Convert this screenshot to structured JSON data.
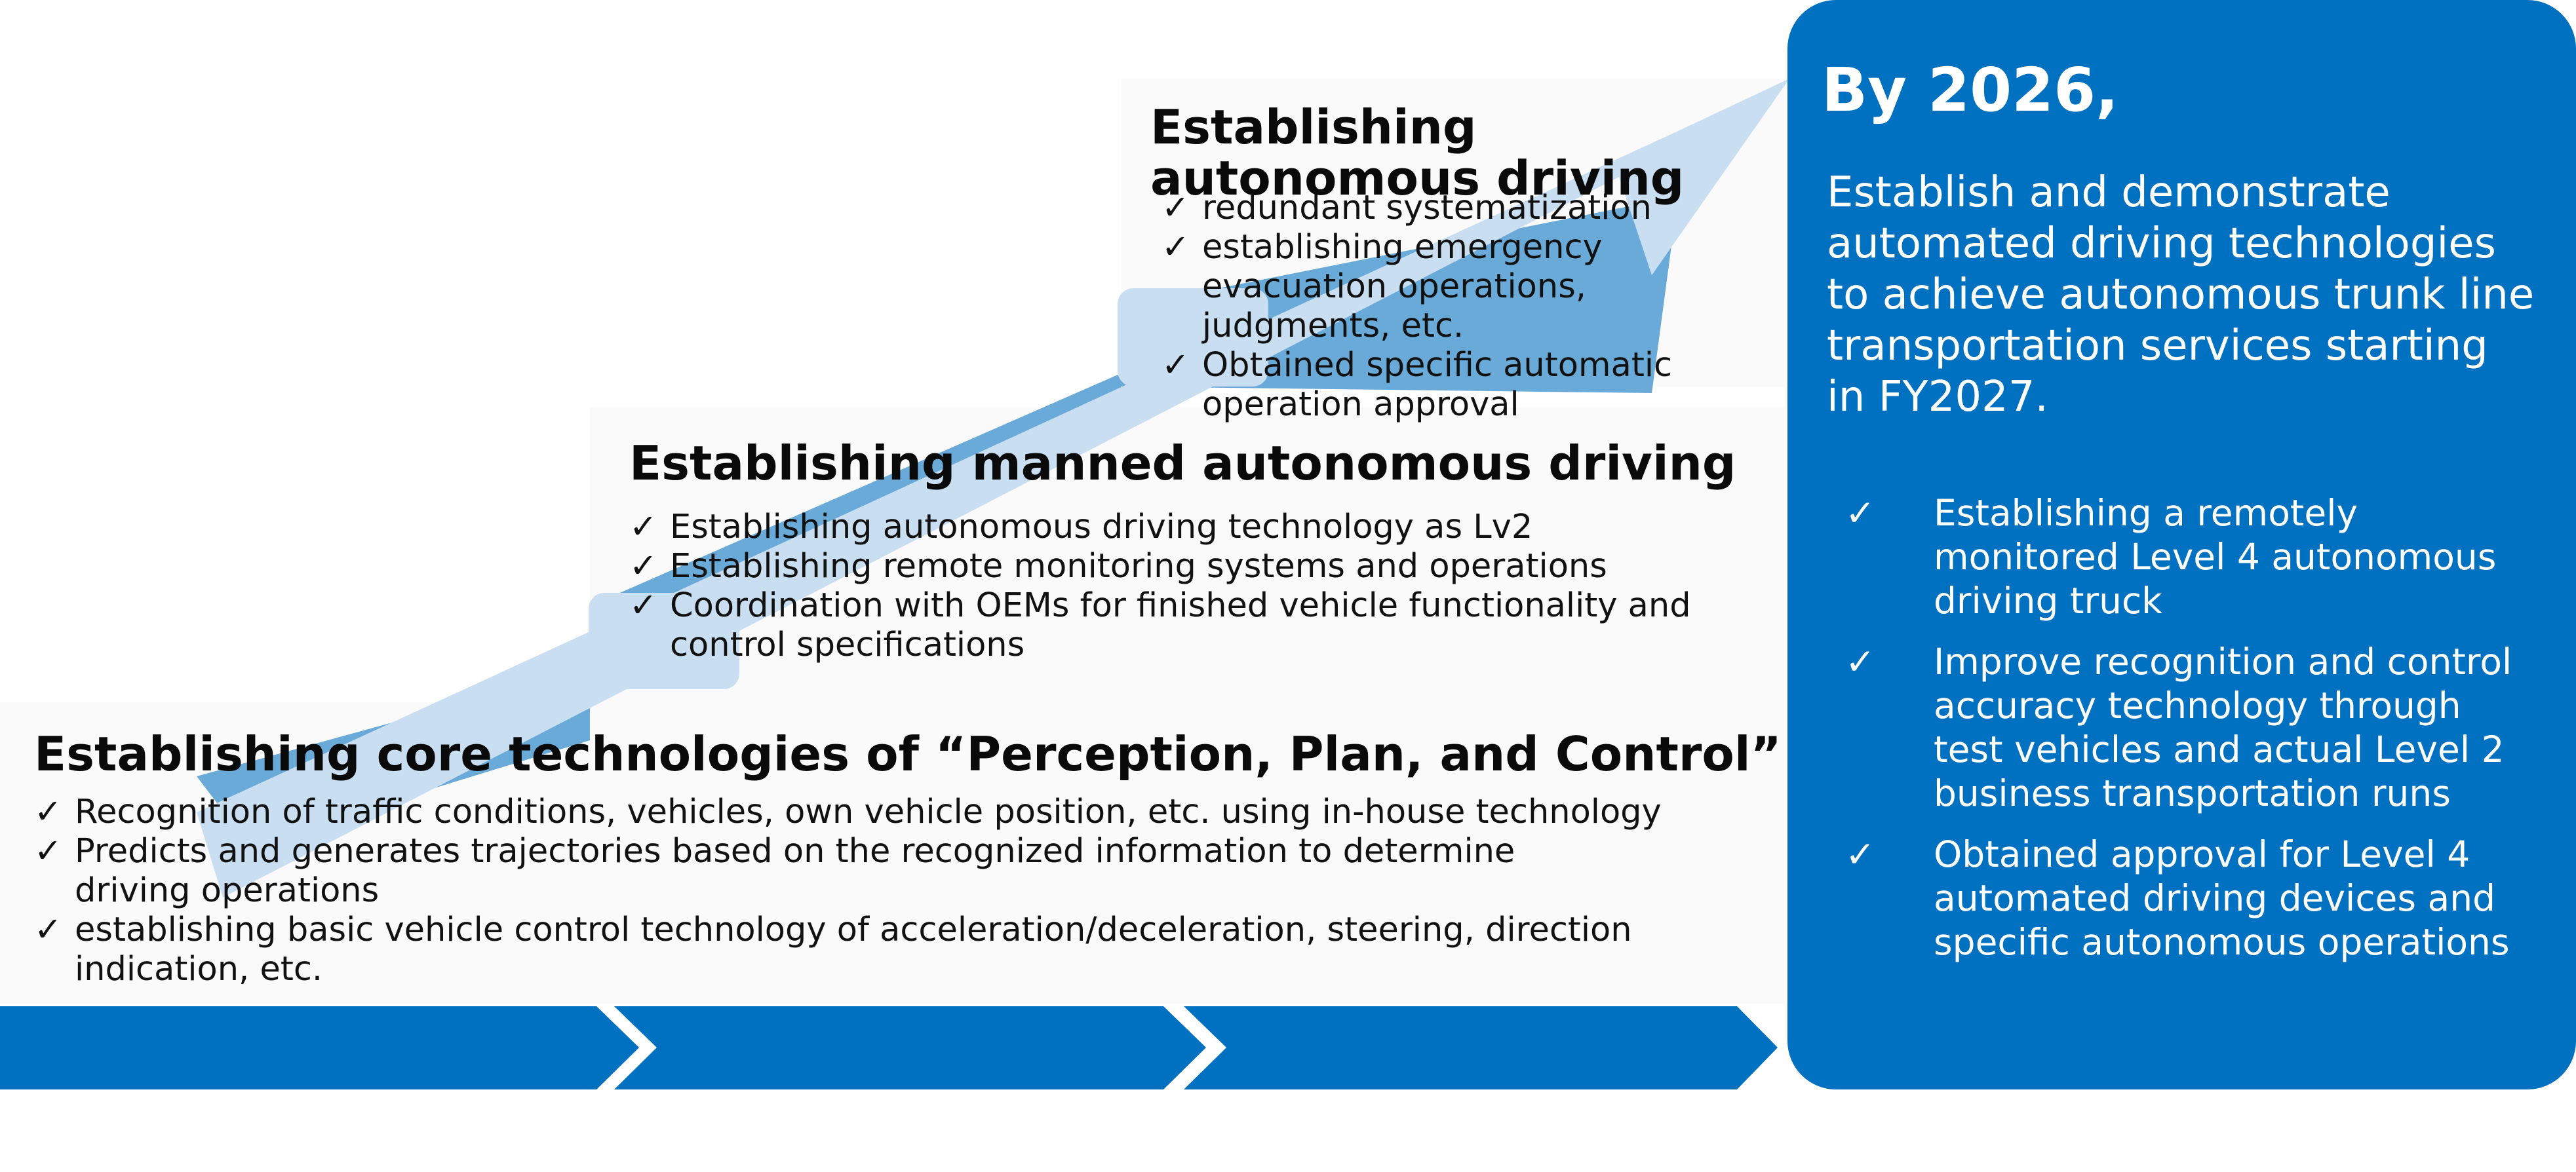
{
  "colors": {
    "brand_blue": "#0070c0",
    "arrow_light": "#c9dff1",
    "arrow_mid": "#6aaad9"
  },
  "check_glyph": "✓",
  "stages": [
    {
      "title": "Establishing core technologies of “Perception, Plan, and Control”",
      "items": [
        "Recognition of traffic conditions, vehicles, own vehicle position, etc. using in-house technology",
        "Predicts and generates trajectories based on the recognized information to determine driving operations",
        "establishing basic vehicle control technology of acceleration/deceleration, steering, direction indication, etc."
      ]
    },
    {
      "title": "Establishing manned autonomous driving",
      "items": [
        "Establishing autonomous driving technology as Lv2",
        "Establishing remote monitoring systems and operations",
        "Coordination with OEMs for finished vehicle functionality and control specifications"
      ]
    },
    {
      "title": "Establishing autonomous driving",
      "items": [
        "redundant systematization",
        "establishing emergency evacuation operations, judgments, etc.",
        "Obtained specific automatic operation approval"
      ]
    }
  ],
  "goal": {
    "year": "By 2026,",
    "text": "Establish and demonstrate automated driving technologies to achieve autonomous trunk line transportation services starting in FY2027.",
    "items": [
      "Establishing a remotely monitored Level 4 autonomous driving truck",
      "Improve recognition and control accuracy technology through test vehicles and actual Level 2 business transportation runs",
      "Obtained approval for Level 4 automated driving devices and specific autonomous operations"
    ]
  }
}
